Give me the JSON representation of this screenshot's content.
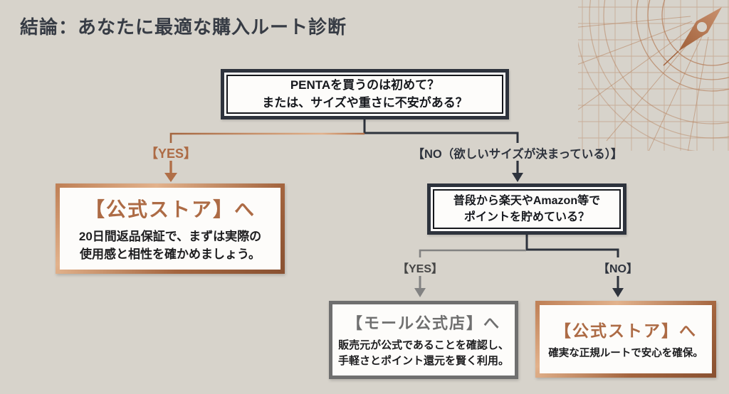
{
  "title": "結論：あなたに最適な購入ルート診断",
  "colors": {
    "background": "#d7d3cb",
    "dark": "#2e333d",
    "copper": "#ad6b45",
    "copper-light": "#e2b28c",
    "copper-deep": "#8a5232",
    "gray": "#6f6f6f",
    "box-bg": "#fdfcfa",
    "text-dark": "#1d1d1f",
    "title-color": "#373c45"
  },
  "icons": {
    "ornament": "compass-needle-ornament"
  },
  "flowchart": {
    "q1": {
      "lines": [
        "PENTAを買うのは初めて？",
        "または、サイズや重さに不安がある？"
      ]
    },
    "branch_yes1": {
      "label": "【YES】"
    },
    "branch_no1": {
      "label": "【NO（欲しいサイズが決まっている）】"
    },
    "result_official_main": {
      "title": "【公式ストア】へ",
      "lines": [
        "20日間返品保証で、まずは実際の",
        "使用感と相性を確かめましょう。"
      ]
    },
    "q2": {
      "lines": [
        "普段から楽天やAmazon等で",
        "ポイントを貯めている？"
      ]
    },
    "branch_yes2": {
      "label": "【YES】"
    },
    "branch_no2": {
      "label": "【NO】"
    },
    "result_mall": {
      "title": "【モール公式店】へ",
      "lines": [
        "販売元が公式であることを確認し、",
        "手軽さとポイント還元を賢く利用。"
      ]
    },
    "result_official_2": {
      "title": "【公式ストア】へ",
      "lines": [
        "確実な正規ルートで安心を確保。"
      ]
    }
  }
}
